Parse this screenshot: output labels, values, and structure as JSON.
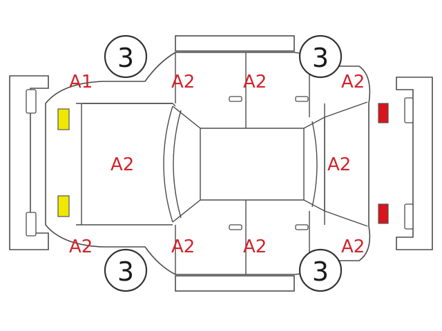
{
  "colors": {
    "damage_code": "#d2232a",
    "outline": "#4a4a4a",
    "headlight": "#f0e800",
    "taillight": "#d8141c"
  },
  "labels": {
    "front_left_fender": "A1",
    "front_right_fender": "A2",
    "hood": "A2",
    "left_front_door": "A2",
    "left_rear_door": "A2",
    "right_front_door": "A2",
    "right_rear_door": "A2",
    "left_rear_quarter": "A2",
    "right_rear_quarter": "A2",
    "rear_trunk": "A2"
  },
  "wheels": {
    "front_left": "3",
    "rear_left": "3",
    "front_right": "3",
    "rear_right": "3"
  }
}
